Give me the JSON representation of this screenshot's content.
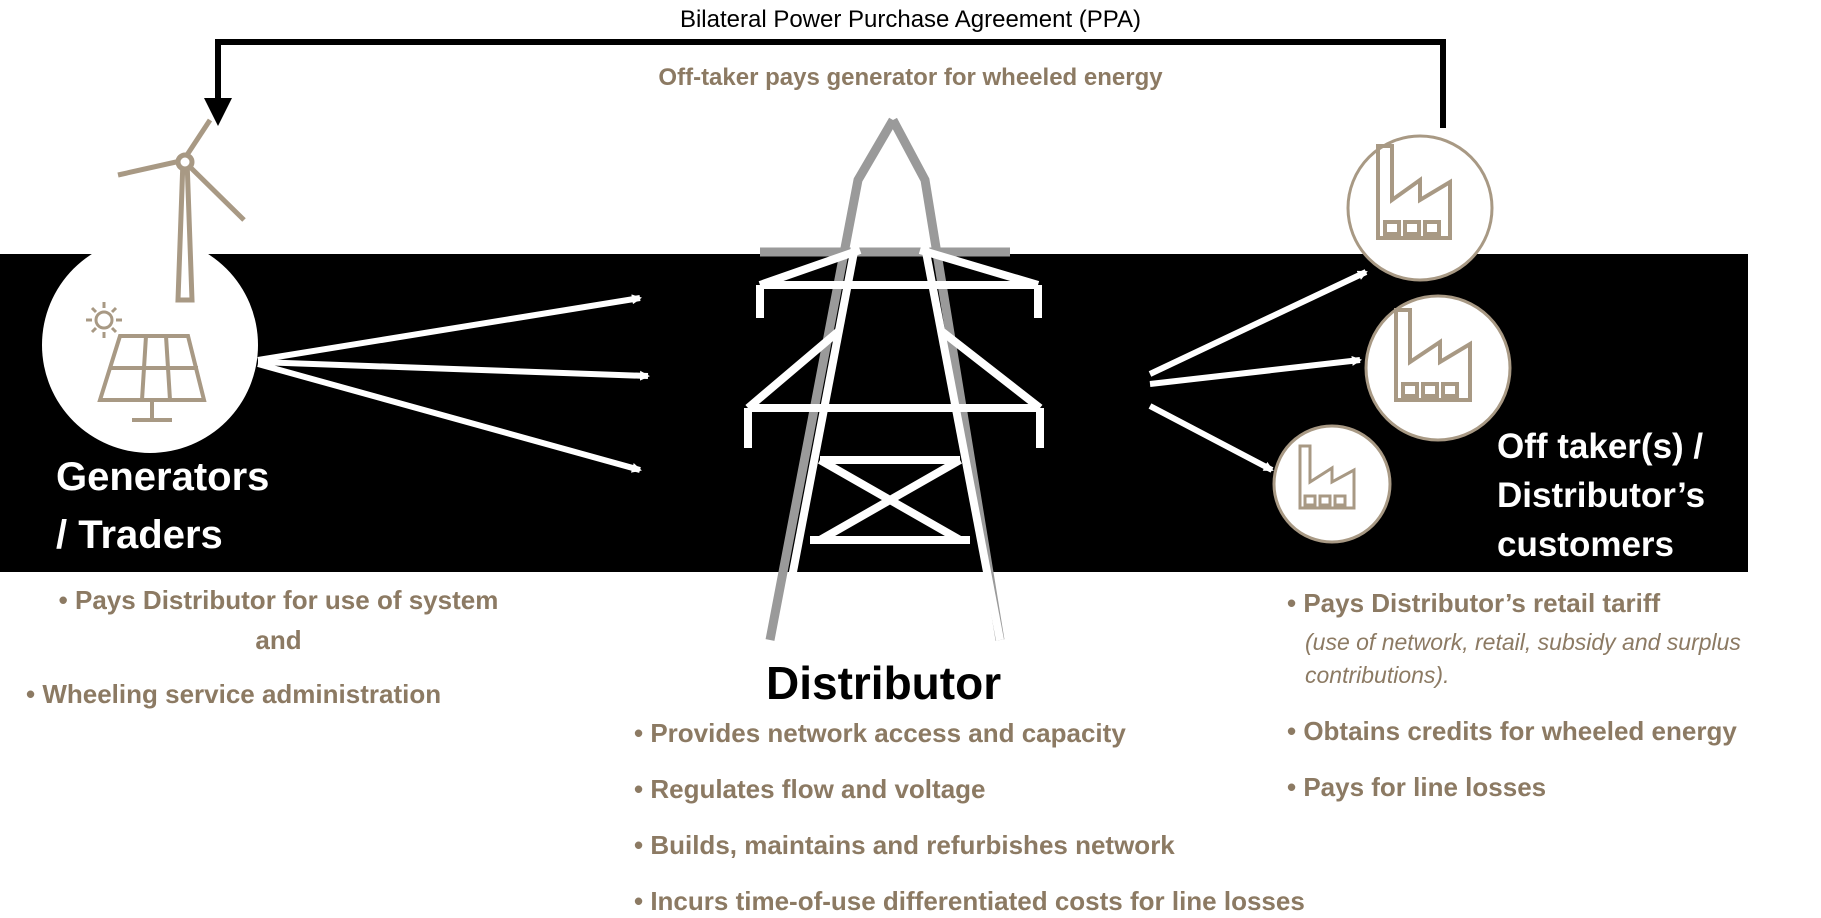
{
  "diagram": {
    "ppa_label": "Bilateral Power Purchase Agreement (PPA)",
    "payment_note": "Off-taker pays generator for wheeled energy",
    "colors": {
      "accent_tan": "#8c7a63",
      "band": "#000000",
      "gray_tower": "#999999"
    },
    "generators": {
      "label_line1": "Generators",
      "label_line2": "/ Traders",
      "bullets": [
        "• Pays Distributor for use of system",
        "and",
        "• Wheeling service administration"
      ]
    },
    "distributor": {
      "title": "Distributor",
      "bullets": [
        "• Provides network access and capacity",
        "• Regulates flow and voltage",
        "• Builds, maintains and refurbishes network",
        "• Incurs time-of-use differentiated costs for line losses"
      ]
    },
    "offtakers": {
      "label_line1": "Off taker(s) /",
      "label_line2": "Distributor’s",
      "label_line3": "customers",
      "bullet1": "• Pays Distributor’s retail tariff",
      "bullet1_note_line1": "(use of network, retail, subsidy and surplus",
      "bullet1_note_line2": "contributions).",
      "bullet2": "• Obtains credits for wheeled energy",
      "bullet3": "• Pays for line losses"
    },
    "icons": [
      "wind-turbine-icon",
      "solar-panel-icon",
      "sun-icon",
      "transmission-tower-icon",
      "factory-icon"
    ]
  }
}
